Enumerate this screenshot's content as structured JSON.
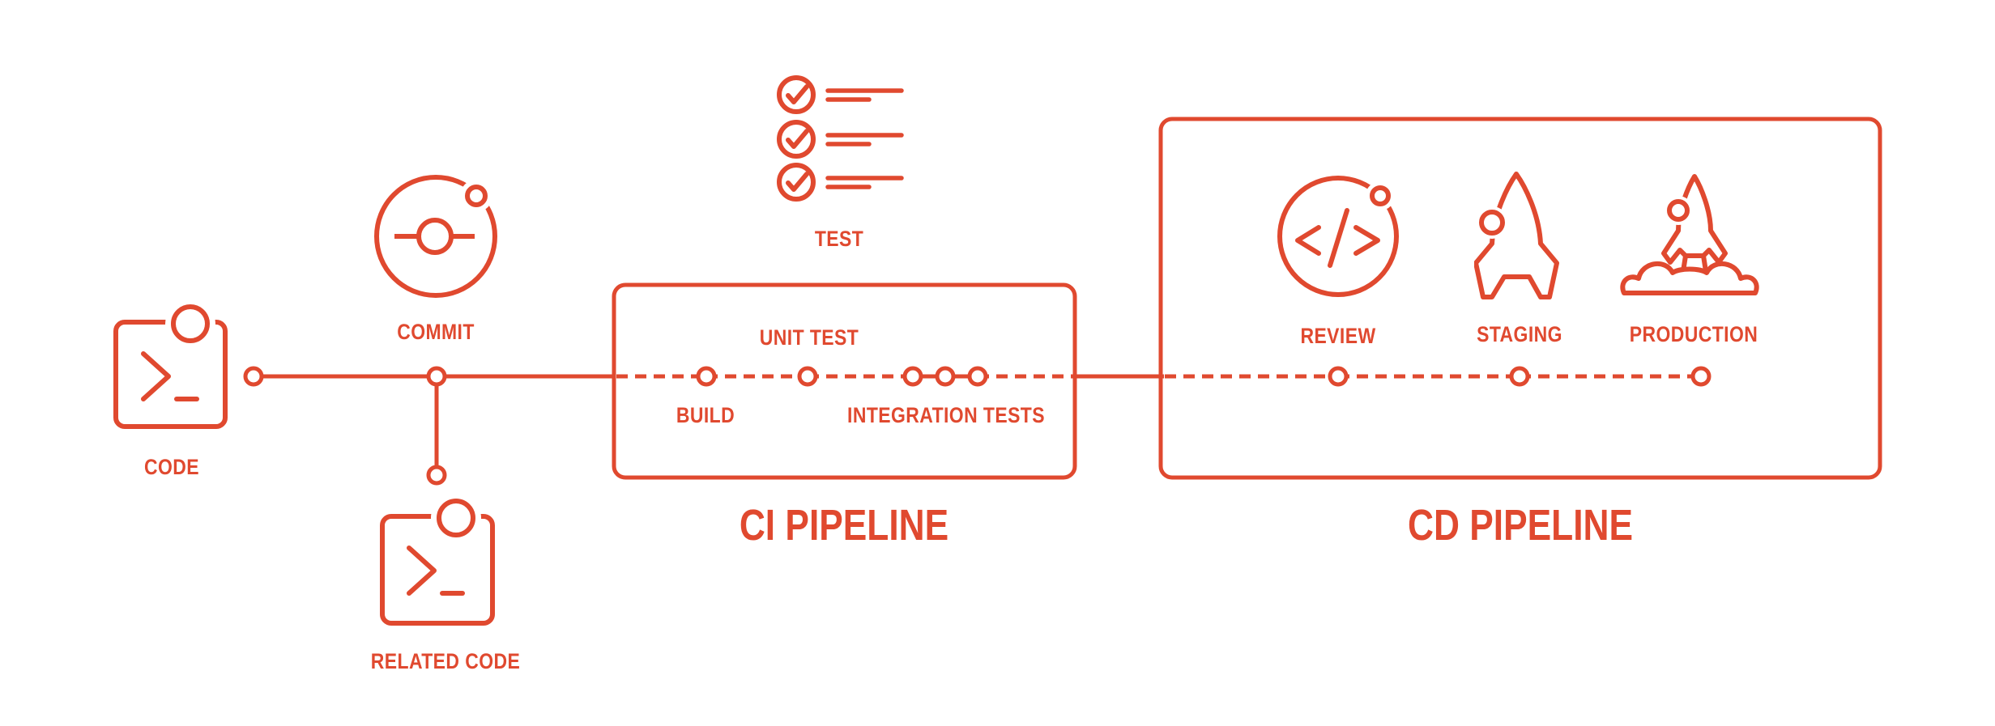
{
  "diagram": {
    "type": "cicd-flow-diagram",
    "accent_color": "#E0492F",
    "background_color": "#FFFFFF",
    "stages": {
      "code": {
        "label": "CODE",
        "icon": "terminal-icon"
      },
      "commit": {
        "label": "COMMIT",
        "icon": "commit-icon"
      },
      "related_code": {
        "label": "RELATED CODE",
        "icon": "terminal-icon"
      },
      "test": {
        "label": "TEST",
        "icon": "checklist-icon"
      },
      "build": {
        "label": "BUILD"
      },
      "unit_test": {
        "label": "UNIT TEST"
      },
      "integration_tests": {
        "label": "INTEGRATION TESTS"
      },
      "review": {
        "label": "REVIEW",
        "icon": "code-review-icon"
      },
      "staging": {
        "label": "STAGING",
        "icon": "rocket-icon"
      },
      "production": {
        "label": "PRODUCTION",
        "icon": "rocket-launch-icon"
      }
    },
    "sections": {
      "ci_pipeline": {
        "title": "CI PIPELINE"
      },
      "cd_pipeline": {
        "title": "CD PIPELINE"
      }
    }
  }
}
